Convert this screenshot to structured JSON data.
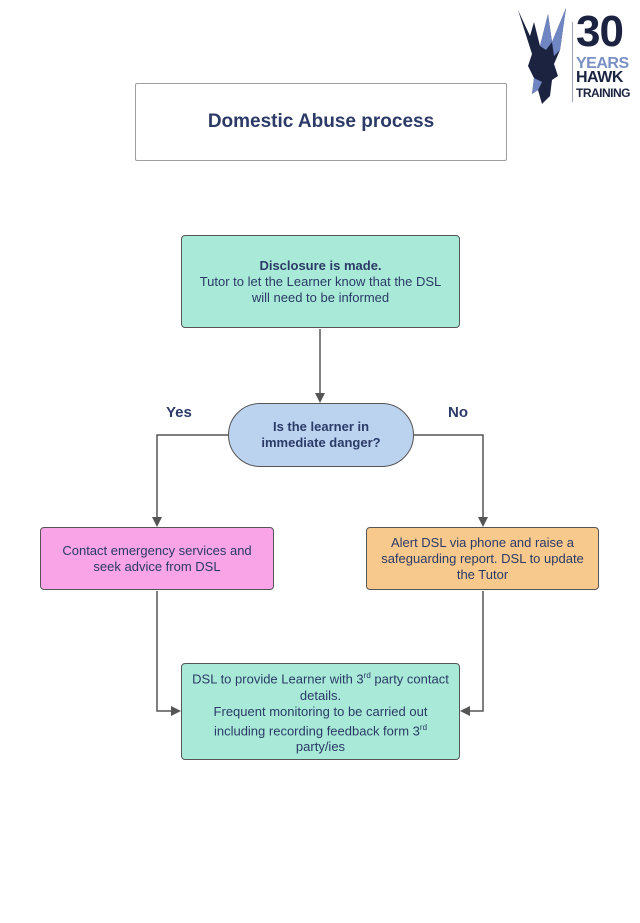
{
  "logo": {
    "number": "30",
    "line1": "YEARS",
    "line2": "HAWK",
    "line3": "TRAINING"
  },
  "title": "Domestic Abuse process",
  "nodes": {
    "disclosure": {
      "heading": "Disclosure is made.",
      "text": "Tutor to let the Learner know that the DSL will need to be informed"
    },
    "danger": {
      "text": "Is the learner in immediate danger?"
    },
    "emergency": {
      "text": "Contact emergency services and seek advice from DSL"
    },
    "alert": {
      "text": "Alert DSL via phone and raise a safeguarding report. DSL to update the Tutor"
    },
    "provide": {
      "line1a": "DSL to provide Learner with 3",
      "sup1": "rd",
      "line1b": " party contact details.",
      "line2a": "Frequent monitoring to be carried out including recording feedback form 3",
      "sup2": "rd",
      "line2b": " party/ies"
    }
  },
  "edges": {
    "yes_label": "Yes",
    "no_label": "No"
  },
  "colors": {
    "teal": "#a8ead7",
    "pink": "#f8a4e6",
    "orange": "#f8c98c",
    "decision": "#bcd3f0",
    "text": "#2b3a67"
  }
}
